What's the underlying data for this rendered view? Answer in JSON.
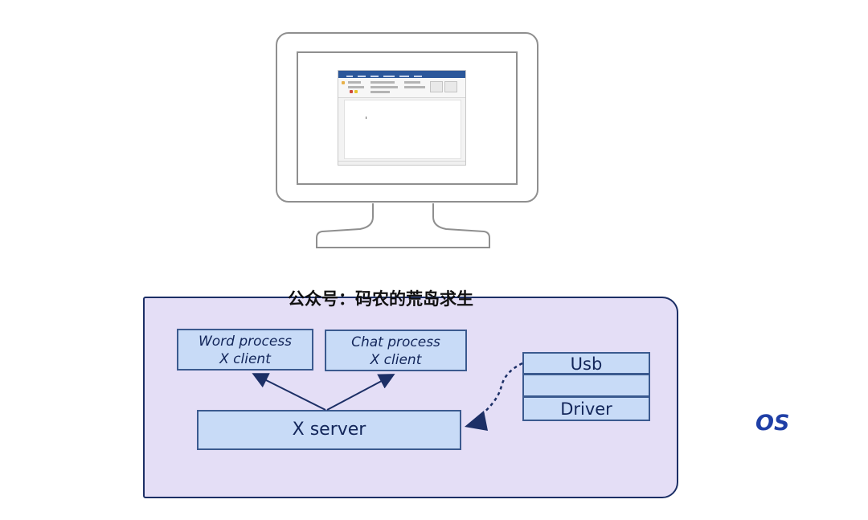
{
  "caption": "公众号：码农的荒岛求生",
  "os_label": "OS",
  "processes": [
    {
      "title": "Word process",
      "subtitle": "X client"
    },
    {
      "title": "Chat process",
      "subtitle": "X client"
    }
  ],
  "x_server": {
    "label": "X server"
  },
  "usb_stack": {
    "top": "Usb",
    "middle": "",
    "bottom": "Driver"
  },
  "colors": {
    "os_background": "#e4def6",
    "box_fill": "#c8dbf7",
    "box_border": "#3b5a8f",
    "arrow": "#1c2f66",
    "os_label": "#1f3fa6",
    "word_ribbon": "#2b579a"
  }
}
